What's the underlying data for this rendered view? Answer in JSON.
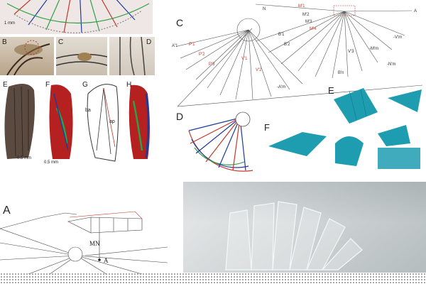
{
  "panels": {
    "topleft": {
      "scale_label": "1 mm"
    },
    "row2": {
      "labels": [
        "B",
        "C",
        "D"
      ]
    },
    "row3": {
      "labels": [
        "E",
        "F",
        "G",
        "H"
      ],
      "scale_e": "0.5 mm",
      "scale_f": "0.5 mm",
      "g_label_1": "ba",
      "g_label_2": "ap"
    },
    "right": {
      "label_c": "C",
      "label_d": "D",
      "label_e": "E",
      "label_f": "F",
      "c_labels": [
        "A",
        "N",
        "M'1",
        "M'2",
        "M'3",
        "M'4",
        "P'1",
        "P'2",
        "P'3",
        "A'1",
        "B'1",
        "B'2",
        "V'1",
        "V'2",
        "V'3",
        "-N'm",
        "-M'm",
        "-A'm",
        "B'n",
        "-V'm"
      ]
    },
    "bottomleft": {
      "label_a": "A",
      "mn": "MN",
      "point_a": "A"
    }
  },
  "colors": {
    "teal": "#1e9cb0",
    "red": "#c0392b",
    "blue": "#1f3c9a",
    "green": "#2ea043",
    "dark": "#333333"
  }
}
